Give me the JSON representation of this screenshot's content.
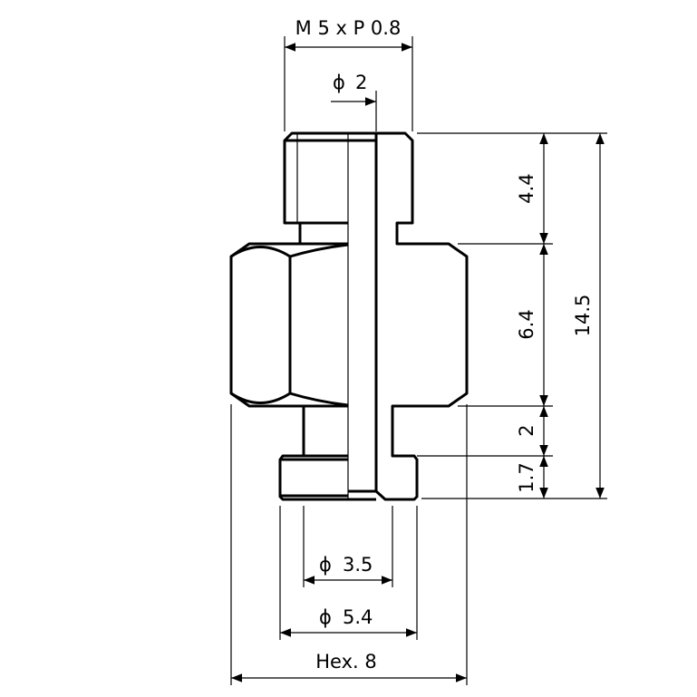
{
  "title": "Technical drawing of a hex fitting",
  "dimensions": {
    "thread": "M 5  x P 0.8",
    "bore": "2",
    "top_length": "4.4",
    "hex_length": "6.4",
    "total_length": "14.5",
    "groove_length": "2",
    "flange_length": "1.7",
    "groove_diameter": "3.5",
    "flange_diameter": "5.4",
    "hex_size": "Hex. 8"
  },
  "symbols": {
    "diameter": "ϕ"
  },
  "colors": {
    "line": "#000000",
    "background": "#ffffff"
  }
}
